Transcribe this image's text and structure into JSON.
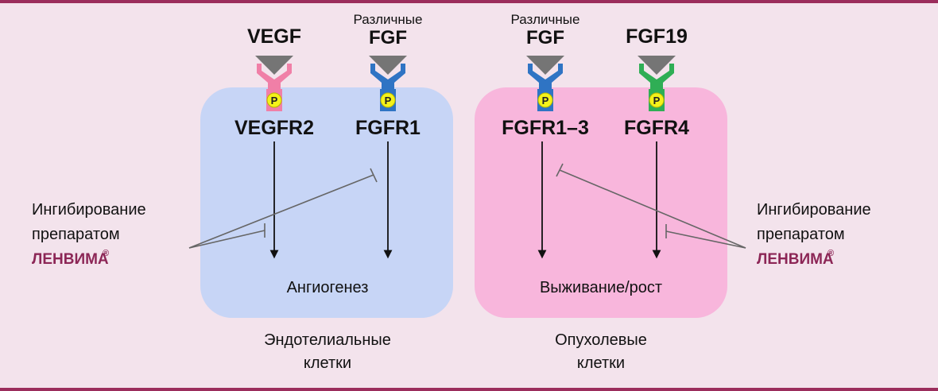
{
  "ligands": {
    "vegf": "VEGF",
    "fgf_left_sub": "Различные",
    "fgf_left": "FGF",
    "fgf_right_sub": "Различные",
    "fgf_right": "FGF",
    "fgf19": "FGF19"
  },
  "receptors": {
    "vegfr2": "VEGFR2",
    "fgfr1": "FGFR1",
    "fgfr13": "FGFR1–3",
    "fgfr4": "FGFR4"
  },
  "phospho_label": "P",
  "outcomes": {
    "angiogenesis": "Ангиогенез",
    "survival": "Выживание/рост"
  },
  "cells": {
    "endothelial_line1": "Эндотелиальные",
    "endothelial_line2": "клетки",
    "tumor_line1": "Опухолевые",
    "tumor_line2": "клетки"
  },
  "inhibition": {
    "line1": "Ингибирование",
    "line2": "препаратом",
    "brand": "ЛЕНВИМА",
    "reg": "®"
  },
  "colors": {
    "border": "#9b2d5c",
    "background": "#f3e3ec",
    "endothelial_box": "#c7d5f6",
    "tumor_box": "#f8b6dc",
    "vegfr_pink": "#f07fa7",
    "fgfr_blue": "#2f74c4",
    "fgfr4_green": "#2fae55",
    "phospho_yellow": "#f4f21a",
    "brand": "#8c2656"
  }
}
